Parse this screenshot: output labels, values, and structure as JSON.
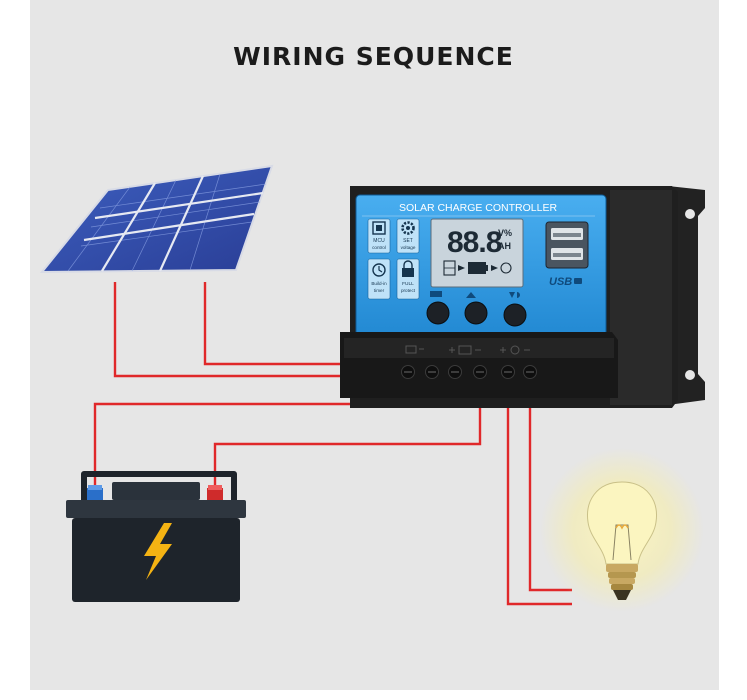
{
  "title": "WIRING SEQUENCE",
  "controller": {
    "name": "SOLAR CHARGE CONTROLLER",
    "display_digits": "88.8",
    "unit_top": "V%",
    "unit_bottom": "AH",
    "usb_label": "USB",
    "icons": [
      {
        "id": "mcu",
        "icon": "chip-icon",
        "line1": "MCU",
        "line2": "control"
      },
      {
        "id": "set",
        "icon": "gear-icon",
        "line1": "SET",
        "line2": "voltage"
      },
      {
        "id": "timer",
        "icon": "clock-icon",
        "line1": "Build-in",
        "line2": "timer"
      },
      {
        "id": "protect",
        "icon": "lock-icon",
        "line1": "FULL",
        "line2": "protect"
      }
    ],
    "buttons": [
      "menu-button",
      "up-button",
      "down-button"
    ],
    "terminal_groups": [
      "solar",
      "battery",
      "load"
    ]
  },
  "components": {
    "solar_panel": "solar-panel-icon",
    "battery": "battery-icon",
    "bulb": "light-bulb-icon"
  },
  "colors": {
    "background": "#e6e6e6",
    "wire": "#e0282a",
    "controller_face": "#2f9ce0",
    "controller_body": "#202020",
    "lcd": "#c9d4dc",
    "battery_body": "#1e242b",
    "bolt": "#f4b313"
  }
}
